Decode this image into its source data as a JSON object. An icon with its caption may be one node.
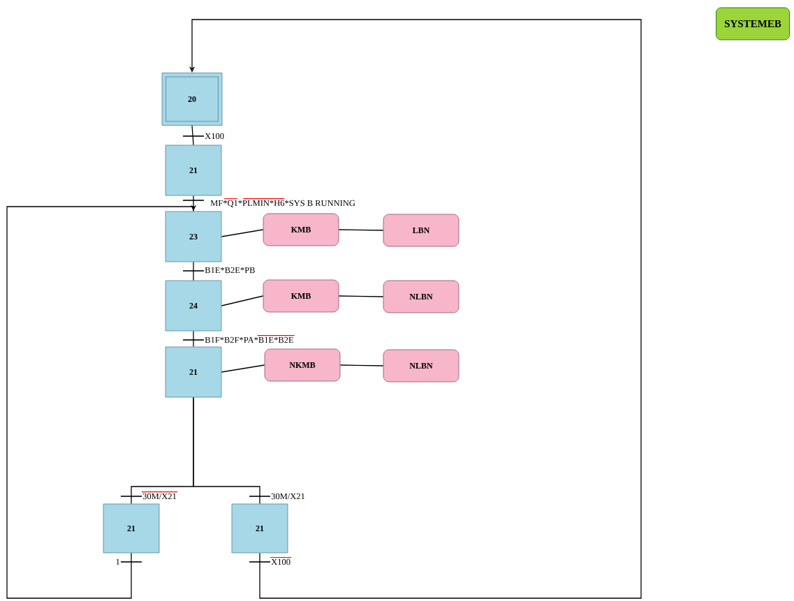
{
  "diagram": {
    "nodes": [
      {
        "text": [
          "SYSTEMEB"
        ]
      },
      {
        "text": [
          "20"
        ]
      },
      {
        "text": [
          "21"
        ]
      },
      {
        "text": [
          "23"
        ]
      },
      {
        "text": [
          "KMB"
        ]
      },
      {
        "text": [
          "LBN"
        ]
      },
      {
        "text": [
          "24"
        ]
      },
      {
        "text": [
          "KMB"
        ]
      },
      {
        "text": [
          "NLBN"
        ]
      },
      {
        "text": [
          "21"
        ]
      },
      {
        "text": [
          "NKMB"
        ]
      },
      {
        "text": [
          "NLBN"
        ]
      },
      {
        "text": [
          "21"
        ]
      },
      {
        "text": [
          "21"
        ]
      }
    ],
    "edges": [
      {
        "from": 1,
        "to": 2,
        "arrow": "none",
        "label": "X100"
      },
      {
        "from": 2,
        "to": 3,
        "arrow": "none",
        "label": "MF*Q1*PLMIN*H6*SYS B RUNNING"
      },
      {
        "from": 3,
        "to": 6,
        "arrow": "none",
        "label": "B1E*B2E*PB"
      },
      {
        "from": 6,
        "to": 9,
        "arrow": "none",
        "label": "B1F*B2F*PA*B1E*B2E"
      },
      {
        "from": 9,
        "to": 12,
        "arrow": "none",
        "label": "30M/X21"
      },
      {
        "from": 9,
        "to": 13,
        "arrow": "none",
        "label": "30M/X21"
      },
      {
        "from": 12,
        "to": 3,
        "arrow": "to",
        "label": "1"
      },
      {
        "from": 13,
        "to": 1,
        "arrow": "to",
        "label": "X100"
      },
      {
        "from": 3,
        "to": 4,
        "arrow": "none"
      },
      {
        "from": 4,
        "to": 5,
        "arrow": "none"
      },
      {
        "from": 6,
        "to": 7,
        "arrow": "none"
      },
      {
        "from": 7,
        "to": 8,
        "arrow": "none"
      },
      {
        "from": 9,
        "to": 10,
        "arrow": "none"
      },
      {
        "from": 10,
        "to": 11,
        "arrow": "none"
      }
    ]
  }
}
